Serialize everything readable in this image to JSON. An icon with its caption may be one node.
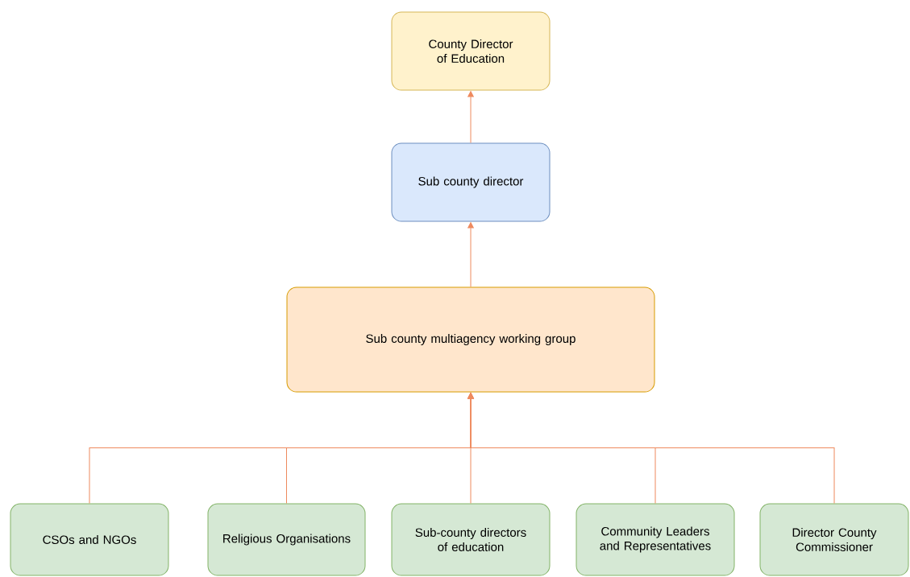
{
  "diagram": {
    "nodes": [
      {
        "text": [
          "County Director of Education"
        ]
      },
      {
        "text": [
          "Sub county director"
        ]
      },
      {
        "text": [
          "Sub county multiagency working group"
        ]
      },
      {
        "text": [
          "CSOs and NGOs"
        ]
      },
      {
        "text": [
          "Religious Organisations"
        ]
      },
      {
        "text": [
          "Sub-county directors of education"
        ]
      },
      {
        "text": [
          "Community Leaders and Representatives"
        ]
      },
      {
        "text": [
          "Director County Commissioner"
        ]
      }
    ],
    "edges": [
      {
        "from": 1,
        "to": 0,
        "arrow": "to"
      },
      {
        "from": 2,
        "to": 1,
        "arrow": "to"
      },
      {
        "from": 3,
        "to": 2,
        "arrow": "to"
      },
      {
        "from": 4,
        "to": 2,
        "arrow": "to"
      },
      {
        "from": 5,
        "to": 2,
        "arrow": "to"
      },
      {
        "from": 6,
        "to": 2,
        "arrow": "to"
      },
      {
        "from": 7,
        "to": 2,
        "arrow": "to"
      }
    ]
  }
}
